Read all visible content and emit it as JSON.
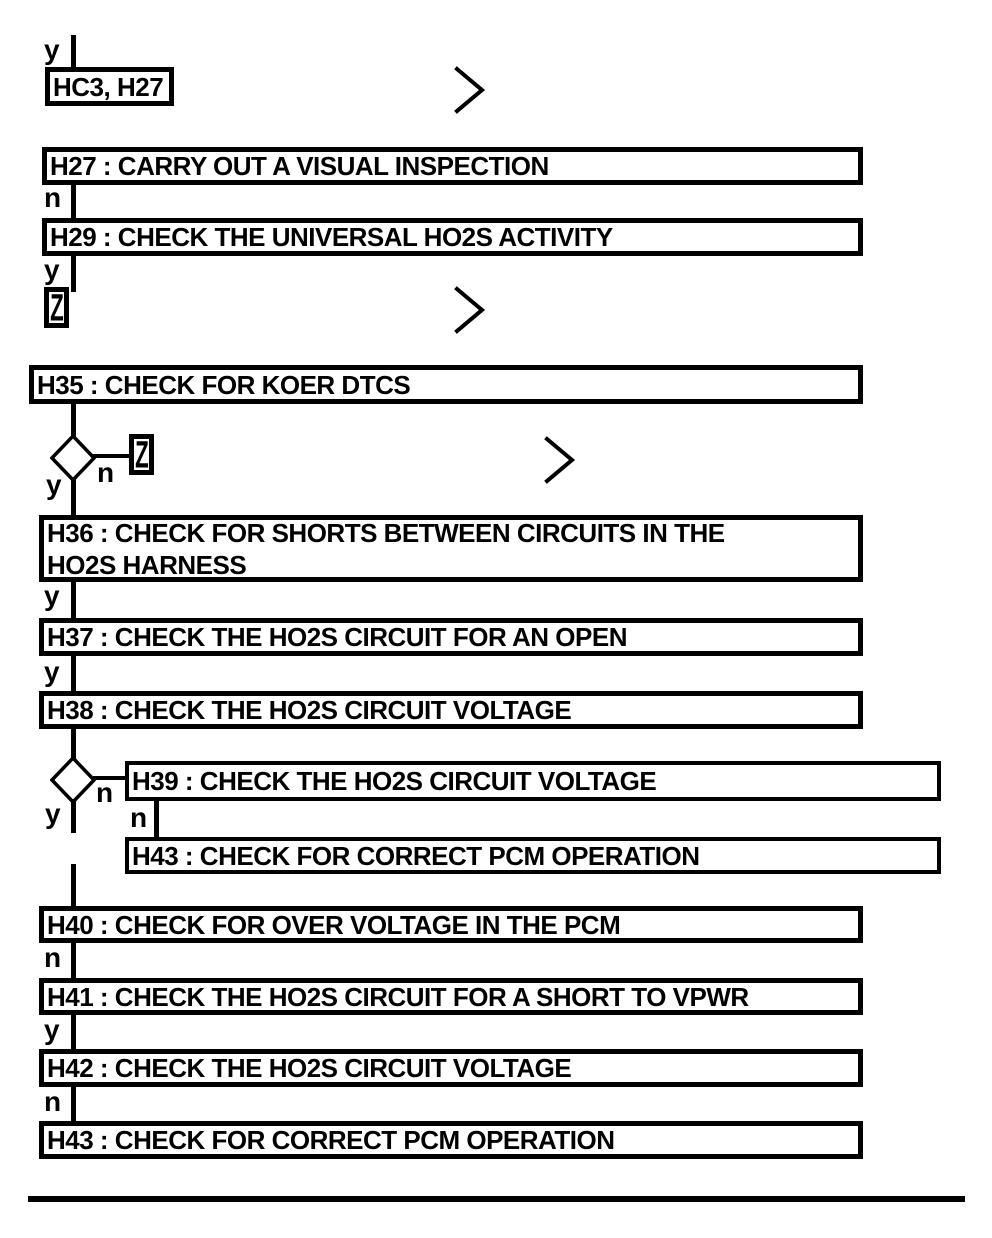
{
  "labels": {
    "yes": "y",
    "no": "n"
  },
  "connectors": {
    "entry_label": "HC3, H27",
    "z_label": "Z",
    "off_page_icon": "right-chevron"
  },
  "flow": {
    "steps": {
      "h27": {
        "text": "H27 : CARRY OUT A VISUAL INSPECTION"
      },
      "h29": {
        "text": "H29 : CHECK THE UNIVERSAL HO2S ACTIVITY"
      },
      "h35": {
        "text": "H35 : CHECK FOR KOER DTCS"
      },
      "h36": {
        "line1": "H36 : CHECK FOR SHORTS BETWEEN CIRCUITS IN THE",
        "line2": "HO2S HARNESS"
      },
      "h37": {
        "text": "H37 : CHECK THE HO2S CIRCUIT FOR AN OPEN"
      },
      "h38": {
        "text": "H38 : CHECK THE HO2S CIRCUIT VOLTAGE"
      },
      "h39": {
        "text": "H39 : CHECK THE HO2S CIRCUIT VOLTAGE"
      },
      "h43_branch": {
        "text": "H43 : CHECK FOR CORRECT PCM OPERATION"
      },
      "h40": {
        "text": "H40 : CHECK FOR OVER VOLTAGE IN THE PCM"
      },
      "h41": {
        "text": "H41 : CHECK THE HO2S CIRCUIT FOR A SHORT TO VPWR"
      },
      "h42": {
        "text": "H42 : CHECK THE HO2S CIRCUIT VOLTAGE"
      },
      "h43": {
        "text": "H43 : CHECK FOR CORRECT PCM OPERATION"
      }
    }
  },
  "colors": {
    "line": "#000000",
    "background": "#ffffff"
  }
}
